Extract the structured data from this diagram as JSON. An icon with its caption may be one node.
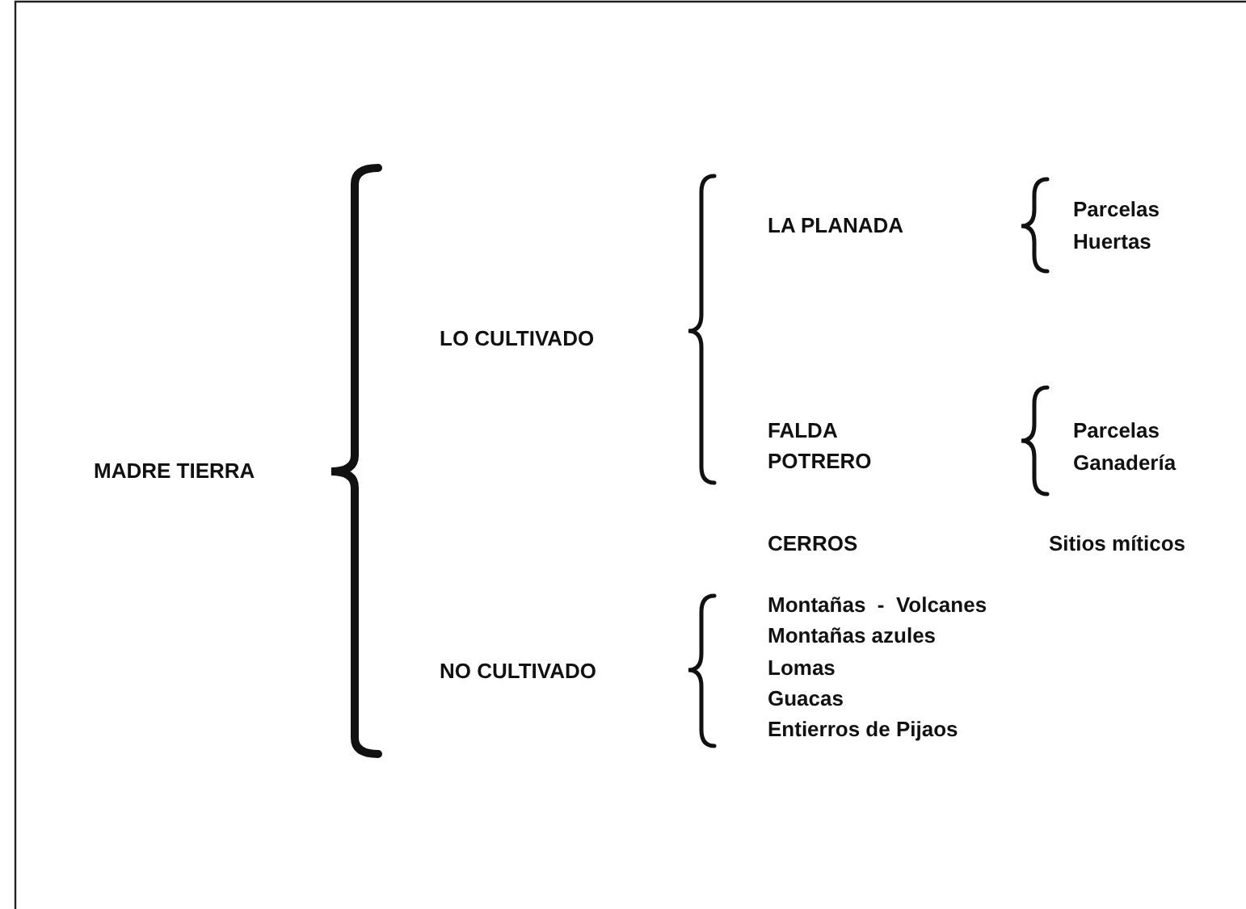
{
  "diagram": {
    "labels": [
      "MADRE TIERRA",
      "LO CULTIVADO",
      "LA PLANADA",
      "Parcelas",
      "Huertas",
      "FALDA",
      "POTRERO",
      "Parcelas",
      "Ganadería",
      "CERROS",
      "Sitios míticos",
      "NO CULTIVADO",
      "Montañas  -  Volcanes",
      "Montañas azules",
      "Lomas",
      "Guacas",
      "Entierros de Pijaos"
    ]
  }
}
